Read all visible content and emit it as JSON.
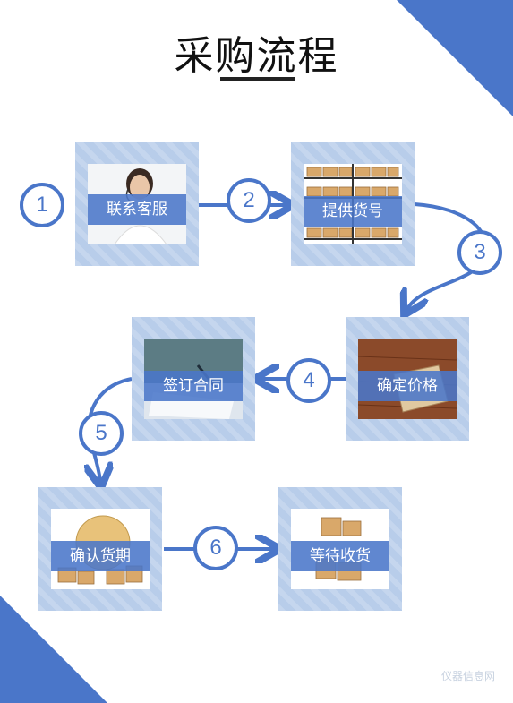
{
  "title": "采购流程",
  "steps": [
    {
      "number": "1",
      "label": "联系客服"
    },
    {
      "number": "2",
      "label": "提供货号"
    },
    {
      "number": "3",
      "label": "确定价格"
    },
    {
      "number": "4",
      "label": "签订合同"
    },
    {
      "number": "5",
      "label": "确认货期"
    },
    {
      "number": "6",
      "label": "等待收货"
    }
  ],
  "watermark": "仪器信息网",
  "colors": {
    "accent": "#4a76c9",
    "card": "#b8cdea"
  }
}
